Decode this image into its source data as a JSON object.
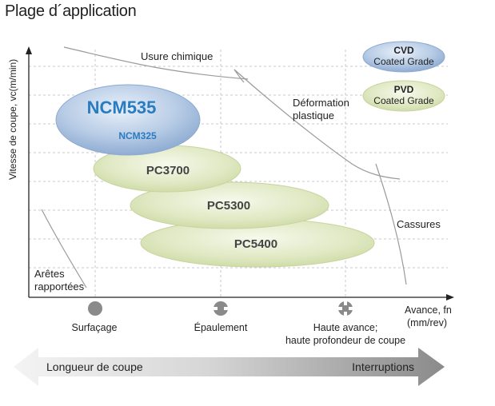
{
  "title": "Plage d´application",
  "axes": {
    "ylabel": "Vitesse de coupe, vc(m/min)",
    "xlabel_line1": "Avance, fn",
    "xlabel_line2": "(mm/rev)"
  },
  "zones": {
    "chem_wear": "Usure chimique",
    "deformation_line1": "Déformation",
    "deformation_line2": "plastique",
    "breakage": "Cassures",
    "bue_line1": "Arêtes",
    "bue_line2": "rapportées"
  },
  "legend": {
    "cvd_title": "CVD",
    "cvd_sub": "Coated Grade",
    "cvd_color": "#9ab6d8",
    "pvd_title": "PVD",
    "pvd_sub": "Coated Grade",
    "pvd_color": "#d8e4b4"
  },
  "grades": {
    "ncm535": "NCM535",
    "ncm325": "NCM325",
    "pc3700": "PC3700",
    "pc5300": "PC5300",
    "pc5400": "PC5400",
    "ncm_text_color": "#2a7cc0",
    "pvd_text_color": "#444444"
  },
  "operations": [
    {
      "label_line1": "Surfaçage",
      "label_line2": "",
      "icon": "solid-circle-icon"
    },
    {
      "label_line1": "Épaulement",
      "label_line2": "",
      "icon": "shoulder-circle-icon"
    },
    {
      "label_line1": "Haute avance;",
      "label_line2": "haute profondeur de coupe",
      "icon": "cross-circle-icon"
    }
  ],
  "arrow": {
    "left_label": "Longueur de coupe",
    "right_label": "Interruptions"
  }
}
